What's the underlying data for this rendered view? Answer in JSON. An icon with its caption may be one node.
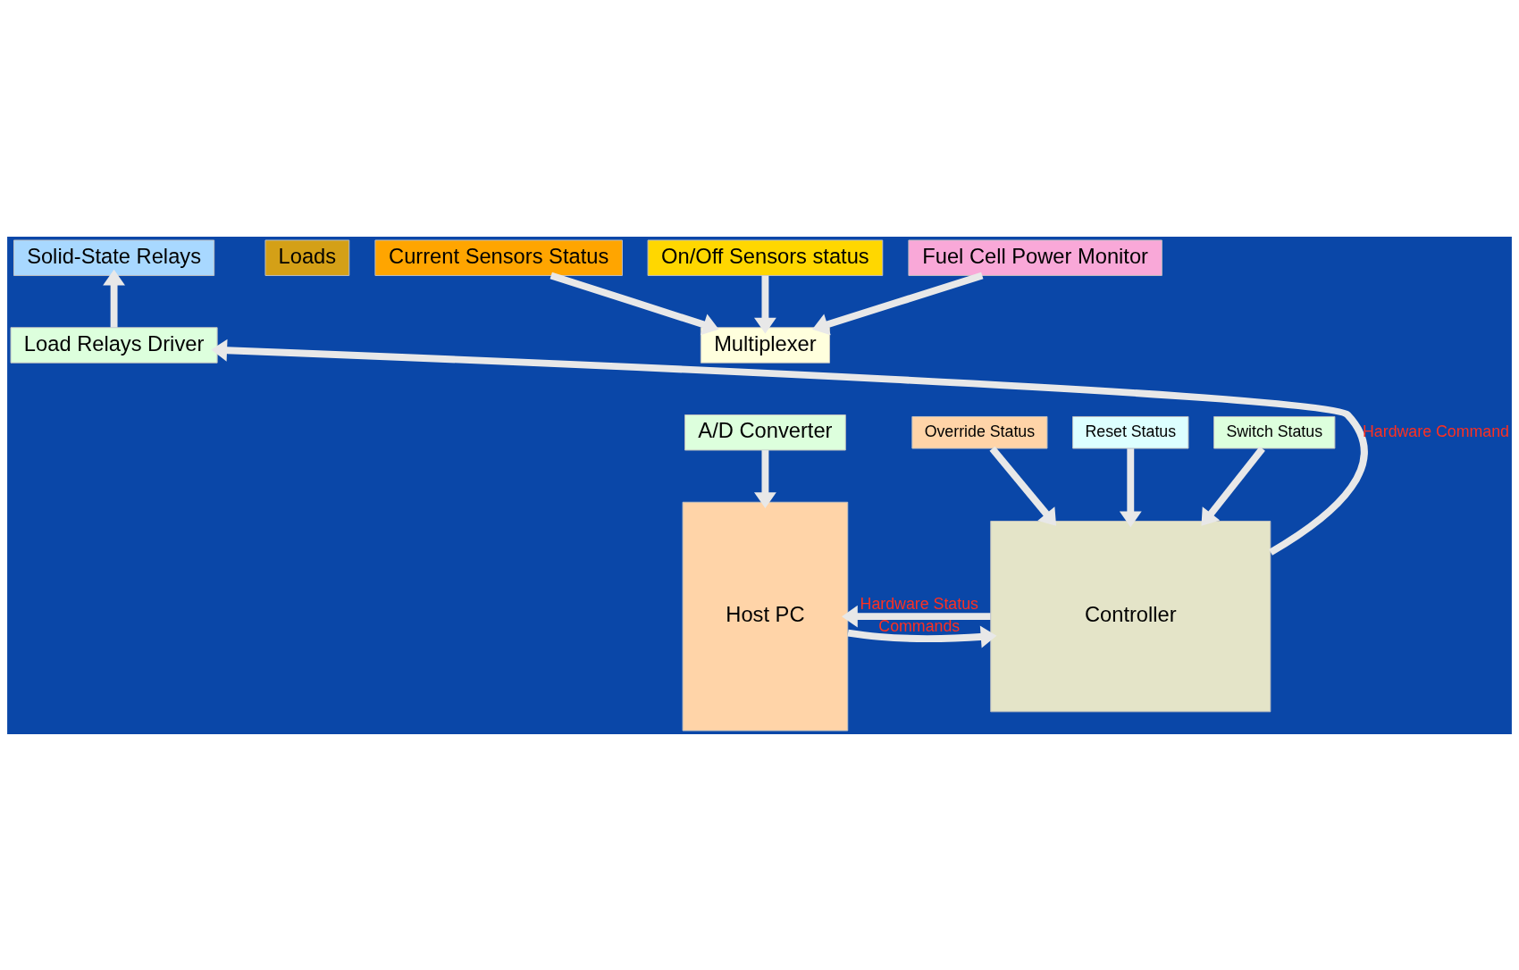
{
  "diagram": {
    "nodes": [
      {
        "text": [
          "Fuel Cell Power Monitor"
        ]
      },
      {
        "text": [
          "Current Sensors Status"
        ]
      },
      {
        "text": [
          "On/Off Sensors status"
        ]
      },
      {
        "text": [
          "Solid-State Relays"
        ]
      },
      {
        "text": [
          "Loads"
        ]
      },
      {
        "text": [
          "Multiplexer"
        ]
      },
      {
        "text": [
          "A/D Converter"
        ]
      },
      {
        "text": [
          "Load Relays Driver"
        ]
      },
      {
        "text": [
          "Host PC"
        ]
      },
      {
        "text": [
          "Reset Status"
        ]
      },
      {
        "text": [
          "Switch Status"
        ]
      },
      {
        "text": [
          "Override Status"
        ]
      },
      {
        "text": [
          "Controller"
        ]
      }
    ],
    "edges": [
      {
        "from": 0,
        "to": 5,
        "arrow": "to"
      },
      {
        "from": 1,
        "to": 5,
        "arrow": "to"
      },
      {
        "from": 2,
        "to": 5,
        "arrow": "to"
      },
      {
        "from": 6,
        "to": 8,
        "arrow": "to"
      },
      {
        "from": 7,
        "to": 3,
        "arrow": "to"
      },
      {
        "from": 12,
        "to": 7,
        "arrow": "to",
        "label": "Hardware Command"
      },
      {
        "from": 9,
        "to": 12,
        "arrow": "to"
      },
      {
        "from": 10,
        "to": 12,
        "arrow": "to"
      },
      {
        "from": 11,
        "to": 12,
        "arrow": "to"
      },
      {
        "from": 8,
        "to": 12,
        "arrow": "to",
        "label": "Commands"
      },
      {
        "from": 12,
        "to": 8,
        "arrow": "to",
        "label": "Hardware Status"
      }
    ]
  }
}
